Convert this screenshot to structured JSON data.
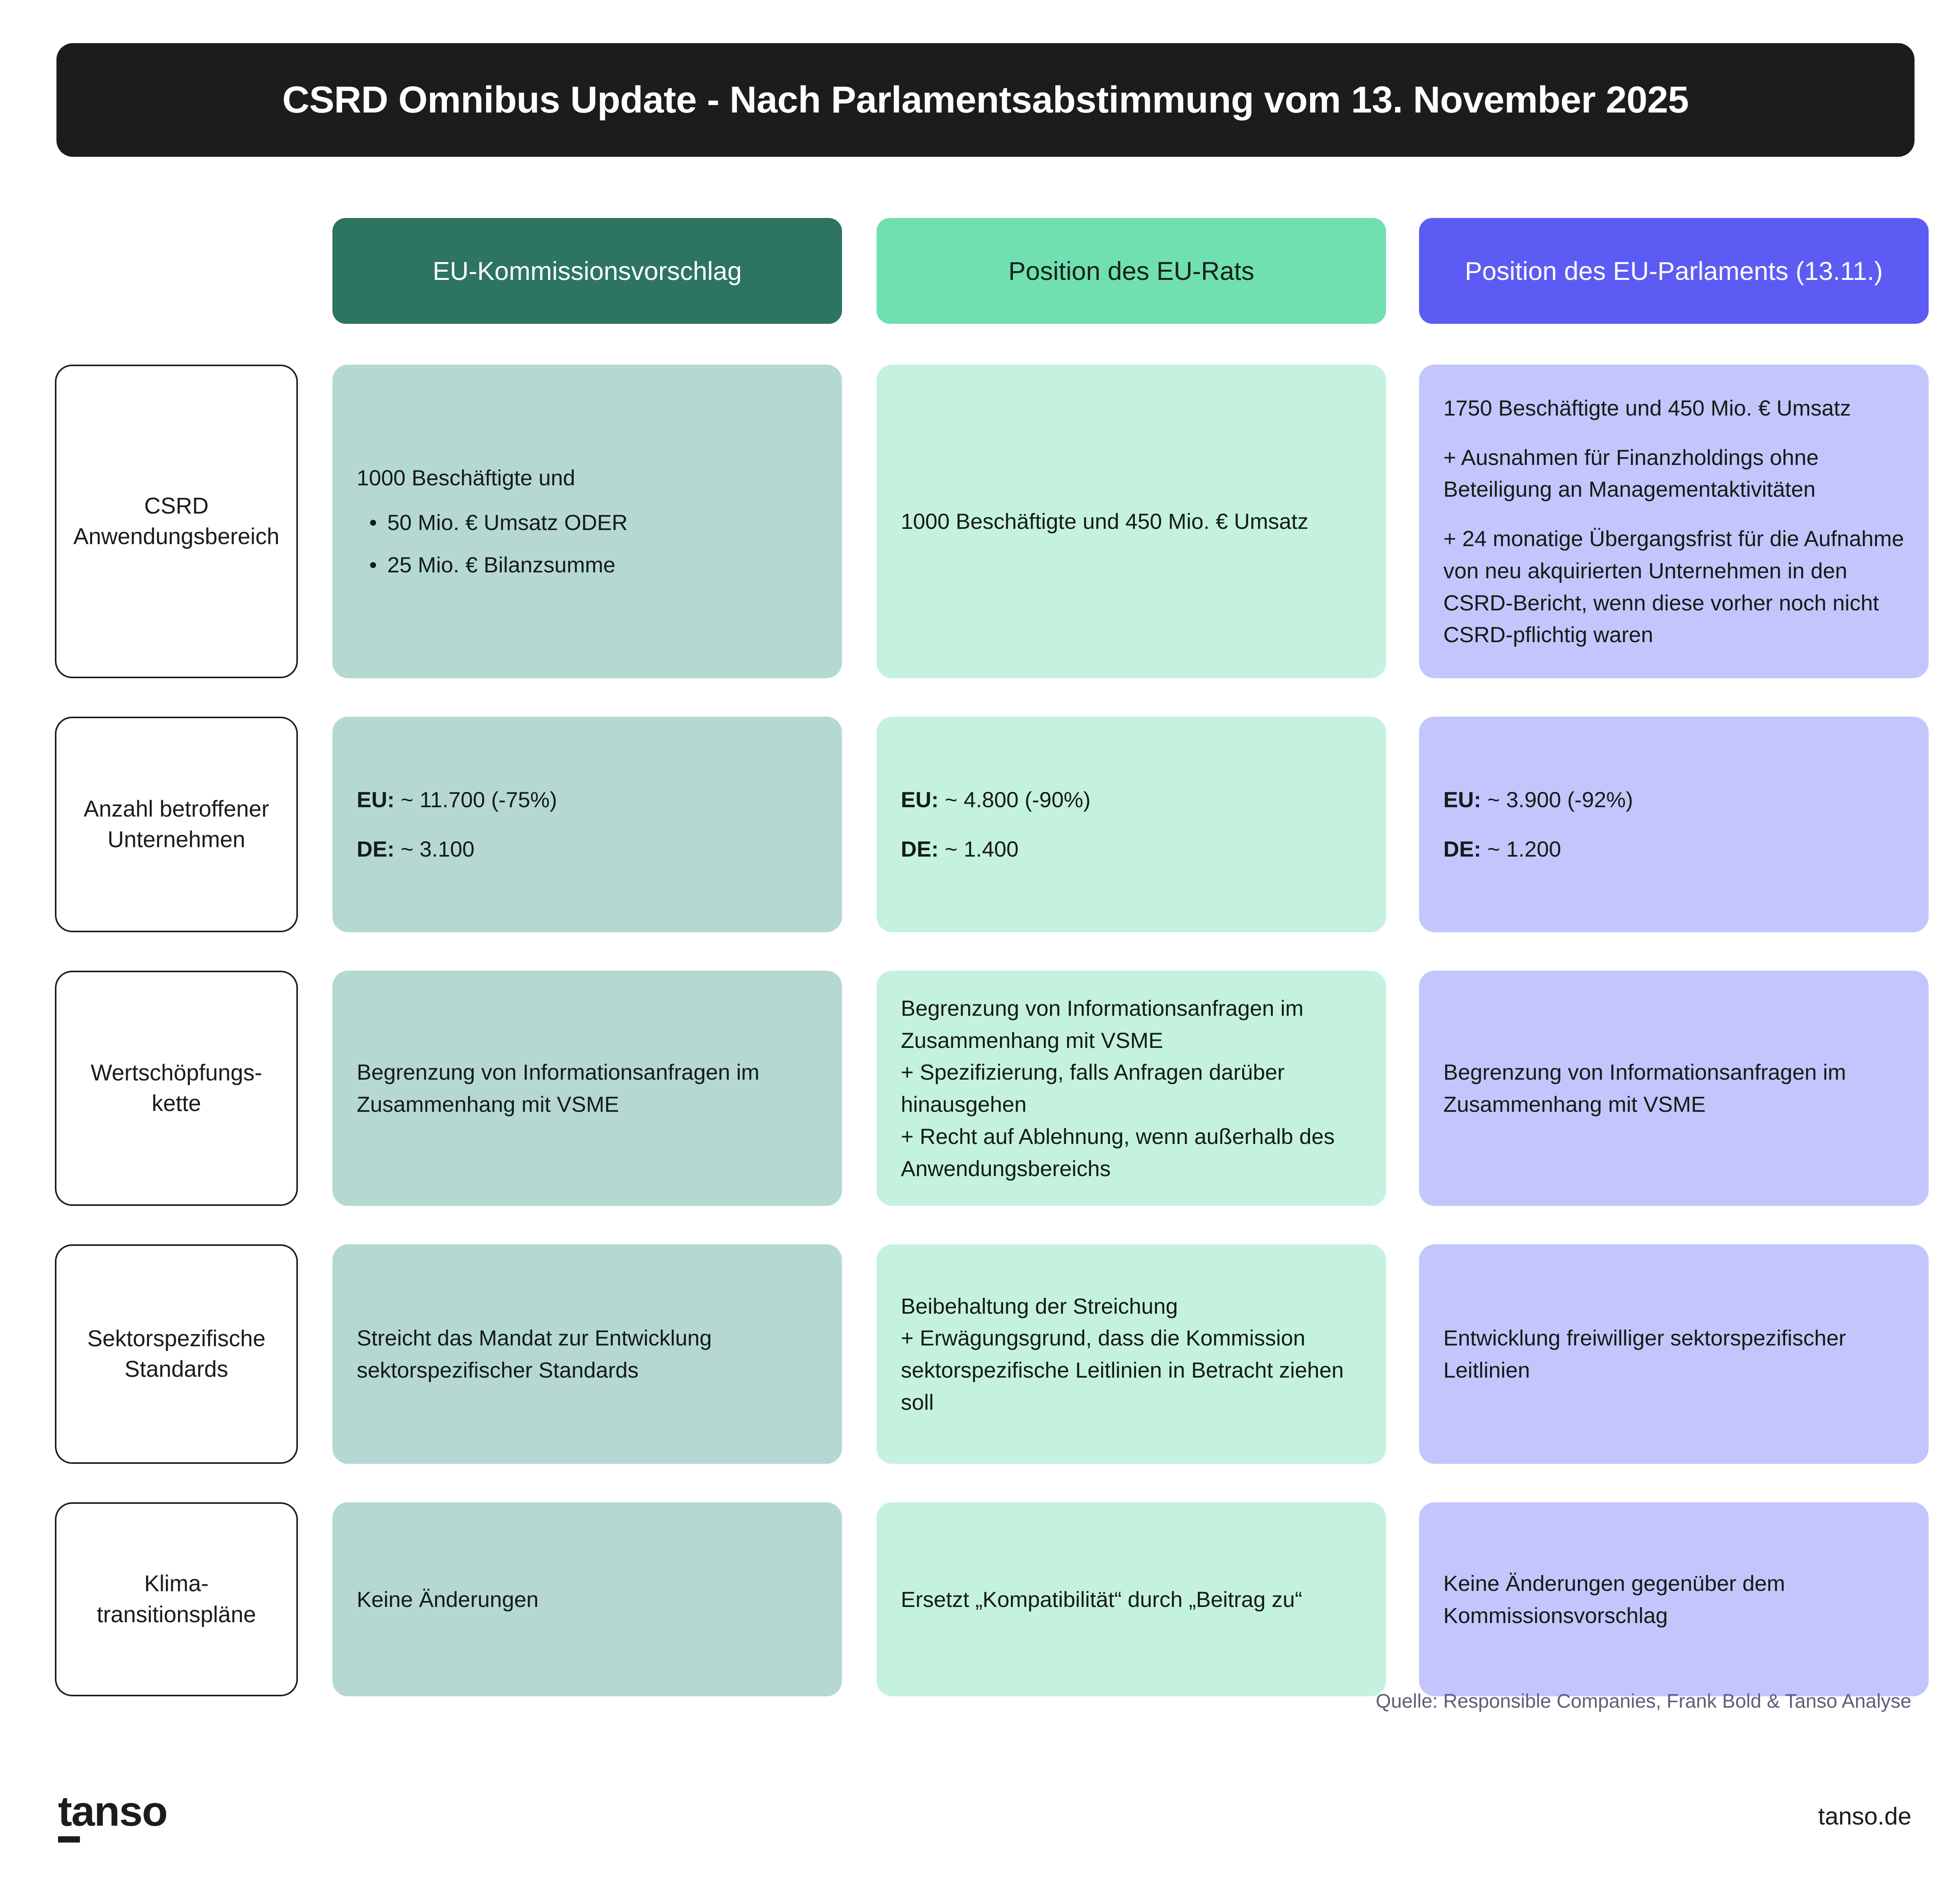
{
  "header": {
    "title": "CSRD Omnibus Update - Nach Parlamentsabstimmung vom 13. November 2025"
  },
  "columns": [
    {
      "id": "commission",
      "label": "EU-Kommissionsvorschlag",
      "color": "#2d7463",
      "body_color": "#b5d8d3"
    },
    {
      "id": "council",
      "label": "Position des EU-Rats",
      "color": "#70e0b1",
      "body_color": "#c5f2de"
    },
    {
      "id": "parliament",
      "label": "Position des EU-Parlaments (13.11.)",
      "color": "#5c5cf5",
      "body_color": "#c3c6fc"
    }
  ],
  "rows": [
    {
      "label": "CSRD\nAnwendungsbereich",
      "label_line1": "CSRD",
      "label_line2": "Anwendungsbereich",
      "commission": {
        "intro": "1000 Beschäftigte und",
        "bullets": [
          "50 Mio. € Umsatz ODER",
          "25 Mio. € Bilanzsumme"
        ]
      },
      "council": {
        "paragraphs": [
          "1000 Beschäftigte und 450 Mio. € Umsatz"
        ]
      },
      "parliament": {
        "paragraphs": [
          "1750 Beschäftigte und 450 Mio. € Umsatz",
          "+ Ausnahmen für Finanzholdings ohne Beteiligung an Managementaktivitäten",
          "+ 24 monatige Übergangsfrist für die Aufnahme von neu akquirierten Unter­nehmen in den CSRD-Bericht, wenn diese vorher noch nicht CSRD-pflichtig waren"
        ]
      }
    },
    {
      "label_line1": "Anzahl betroffener",
      "label_line2": "Unternehmen",
      "commission": {
        "stats": [
          {
            "label": "EU:",
            "value": " ~ 11.700 (-75%)"
          },
          {
            "label": "DE:",
            "value": " ~ 3.100"
          }
        ]
      },
      "council": {
        "stats": [
          {
            "label": "EU:",
            "value": " ~ 4.800 (-90%)"
          },
          {
            "label": "DE:",
            "value": " ~ 1.400"
          }
        ]
      },
      "parliament": {
        "stats": [
          {
            "label": "EU:",
            "value": " ~ 3.900 (-92%)"
          },
          {
            "label": "DE:",
            "value": " ~ 1.200"
          }
        ]
      }
    },
    {
      "label_line1": "Wertschöpfungs-",
      "label_line2": "kette",
      "commission": {
        "paragraphs": [
          "Begrenzung von Informationsanfragen im Zusammenhang mit VSME"
        ]
      },
      "council": {
        "lines": [
          "Begrenzung von Informationsanfragen im Zusammenhang mit VSME",
          " + Spezifizierung, falls Anfragen darüber hinausgehen",
          "+ Recht auf Ablehnung, wenn außerhalb des Anwendungsbereichs"
        ]
      },
      "parliament": {
        "paragraphs": [
          "Begrenzung von Informationsanfragen im Zusammenhang mit VSME"
        ]
      }
    },
    {
      "label_line1": "Sektorspezifische",
      "label_line2": "Standards",
      "commission": {
        "paragraphs": [
          "Streicht das Mandat zur Entwicklung sektorspezifischer Standards"
        ]
      },
      "council": {
        "lines": [
          "Beibehaltung der Streichung",
          "+ Erwägungsgrund, dass die Kommission sektorspezifische Leitlinien in Betracht ziehen soll"
        ]
      },
      "parliament": {
        "paragraphs": [
          "Entwicklung freiwilliger sektorspezifischer Leitlinien"
        ]
      }
    },
    {
      "label_line1": "Klima-",
      "label_line2": "transitionspläne",
      "commission": {
        "paragraphs": [
          "Keine Änderungen"
        ]
      },
      "council": {
        "paragraphs": [
          "Ersetzt „Kompatibilität“ durch „Beitrag zu“"
        ]
      },
      "parliament": {
        "paragraphs": [
          "Keine Änderungen gegenüber dem Kommissionsvorschlag"
        ]
      }
    }
  ],
  "source": "Quelle: Responsible Companies, Frank Bold & Tanso Analyse",
  "footer": {
    "logo_text": "tanso",
    "url": "tanso.de"
  }
}
